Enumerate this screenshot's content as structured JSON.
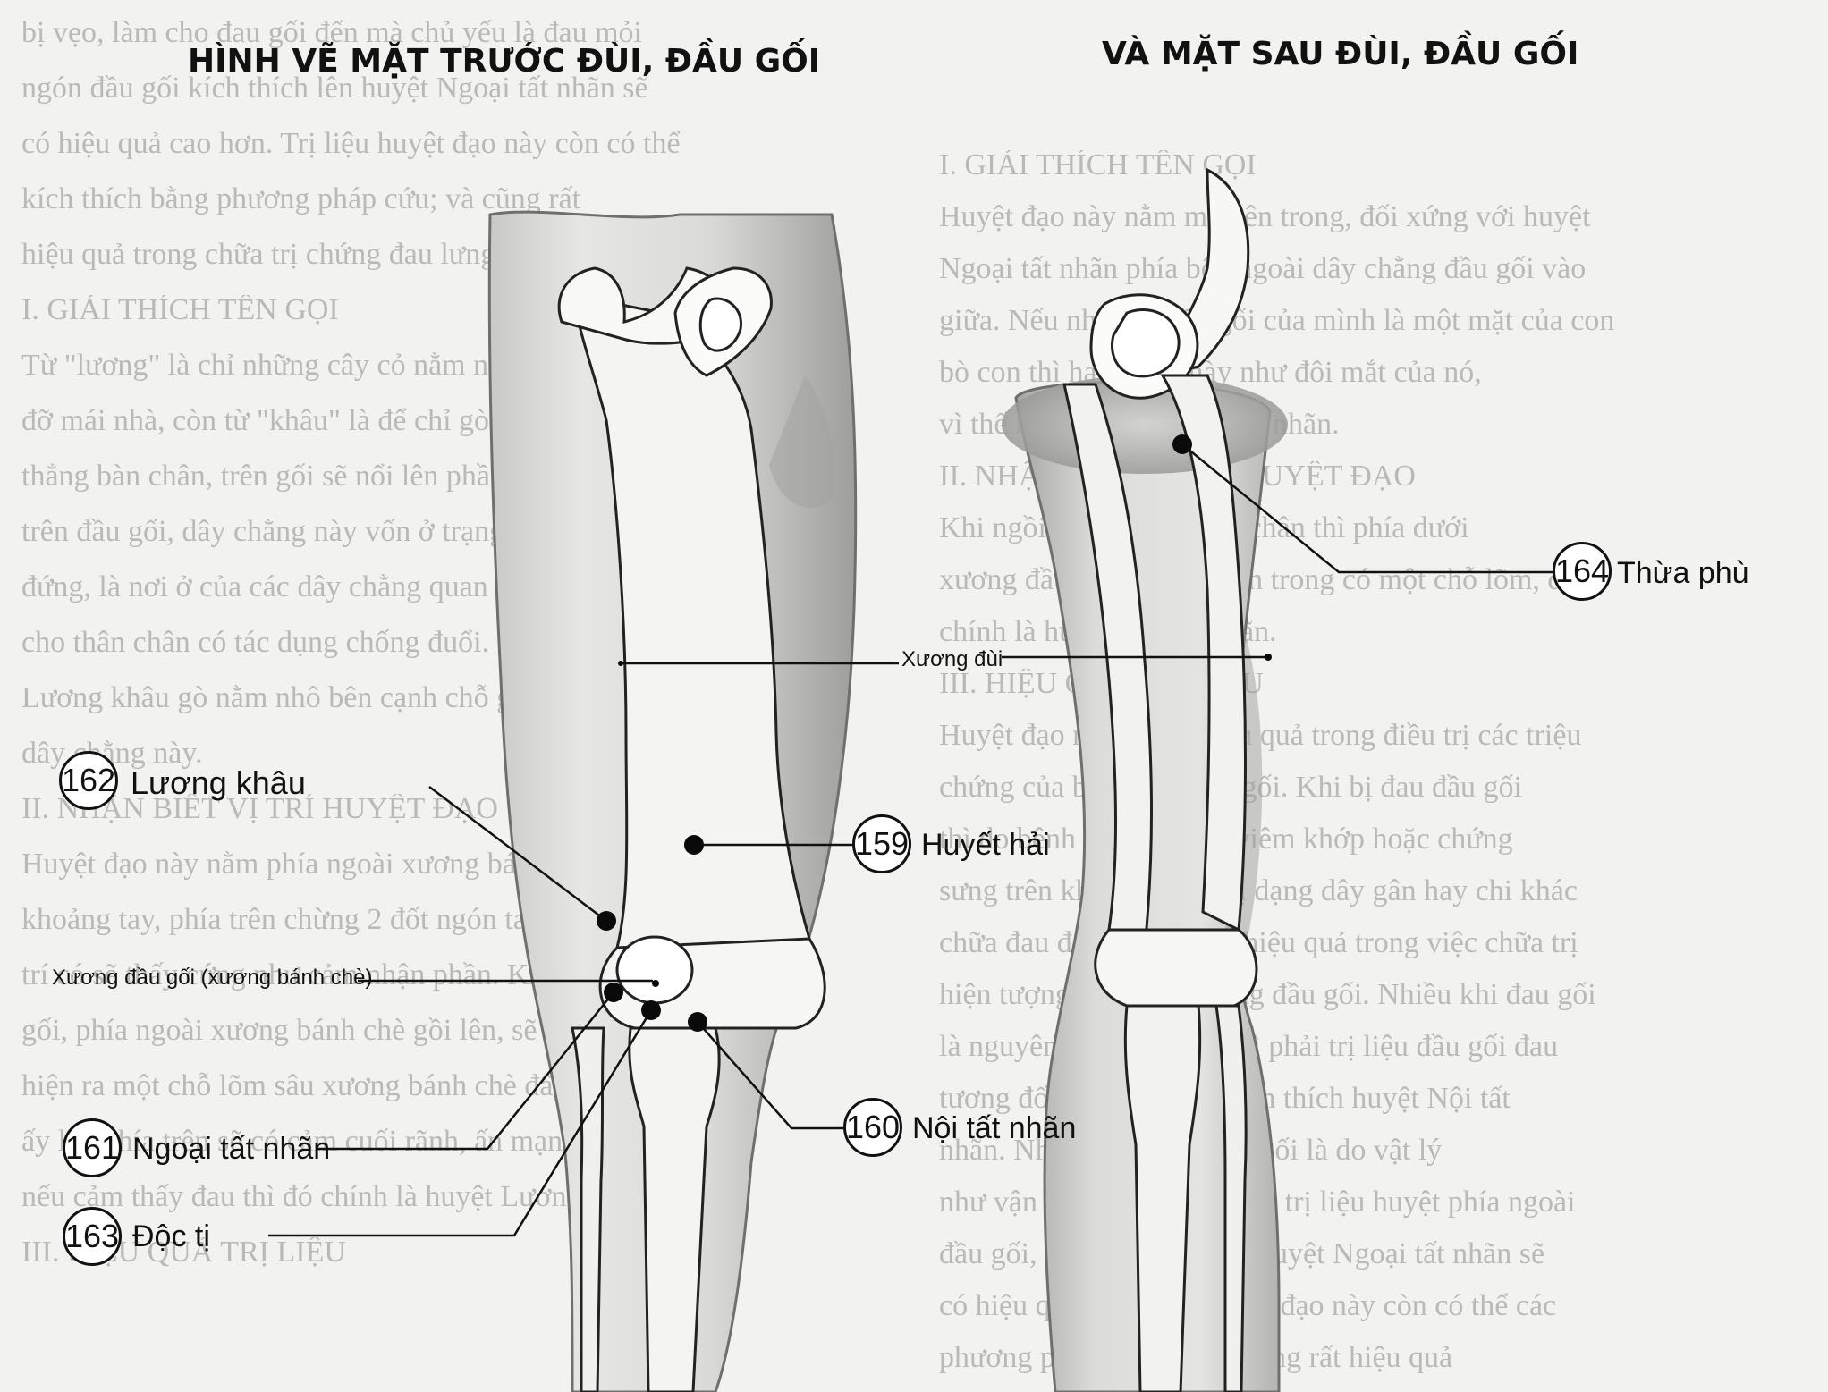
{
  "titles": {
    "left": "HÌNH VẼ MẶT TRƯỚC ĐÙI, ĐẦU GỐI",
    "right": "VÀ MẶT SAU ĐÙI, ĐẦU GỐI"
  },
  "structures": {
    "femur": "Xương đùi",
    "patella": "Xương đầu gối (xương bánh chè)"
  },
  "points": [
    {
      "number": "159",
      "name": "Huyết hải"
    },
    {
      "number": "160",
      "name": "Nội tất nhãn"
    },
    {
      "number": "161",
      "name": "Ngoại tất nhãn"
    },
    {
      "number": "162",
      "name": "Lương khâu"
    },
    {
      "number": "163",
      "name": "Độc tị"
    },
    {
      "number": "164",
      "name": "Thừa phù"
    }
  ],
  "background_text": {
    "left_lines": [
      "bị vẹo, làm cho đau gối đến mà chủ yếu là đau mỏi",
      "ngón đầu gối kích thích lên huyệt Ngoại tất nhãn sẽ",
      "có hiệu quả cao hơn. Trị liệu huyệt đạo này còn có thể",
      "kích thích bằng phương pháp cứu; và cũng rất",
      "hiệu quả trong chữa trị chứng đau lưng.",
      "I. GIẢI THÍCH TÊN GỌI",
      "Từ \"lương\" là chỉ những cây cỏ nằm ngang để chống",
      "đỡ mái nhà, còn từ \"khâu\" là để chỉ gò, núi. Khi duỗi",
      "thẳng bàn chân, trên gối sẽ nổi lên phần",
      "trên đầu gối, dây chằng này vốn ở trạng thái thẳng",
      "đứng, là nơi ở của các dây chằng quan trọng để giữ",
      "cho thân chân có tác dụng chống đuổi. Huyệt",
      "Lương khâu gò nằm nhô bên cạnh chỗ gò lên của",
      "dây chằng này.",
      "II. NHẬN BIẾT VỊ TRÍ HUYỆT ĐẠO",
      "Huyệt đạo này nằm phía ngoài xương bánh chè một đoạn",
      "khoảng tay, phía trên chừng 2 đốt ngón tay ấn lên vị",
      "trí có sẽ thấy cứng như cảm nhận phần. Khi duỗi thẳng chân",
      "gối, phía ngoài xương bánh chè gồi lên, sẽ xuất",
      "hiện ra một chỗ lõm sâu xương bánh chè đây thẳng",
      "ấy lên phía trên sẽ có cảm cuối rãnh, ấn mạnh lên vị ấy,",
      "nếu cảm thấy đau thì đó chính là huyệt Lương khâu.",
      "III. HIỆU QUẢ TRỊ LIỆU"
    ],
    "right_lines": [
      "I. GIẢI THÍCH TÊN GỌI",
      "Huyệt đạo này nằm mé bên trong, đối xứng với huyệt",
      "Ngoại tất nhãn phía bên ngoài dây chằng đầu gối vào",
      "giữa. Nếu như coi đầu gối của mình là một mặt của con",
      "bò con thì hai huyệt này như đôi mắt của nó,",
      "vì thế mới có tên là Nội tất nhãn.",
      "II. NHẬN BIẾT VỊ TRÍ HUYỆT ĐẠO",
      "Khi ngồi trên ghế có bàn chân thì phía dưới",
      "xương đầu gối về phía bên trong có một chỗ lõm, đó",
      "chính là huyệt Nội tất nhãn.",
      "III. HIỆU QUẢ TRỊ LIỆU",
      "Huyệt đạo này rất có hiệu quả trong điều trị các triệu",
      "chứng của bệnh đau đầu gối. Khi bị đau đầu gối",
      "thì do bệnh phong thấp, viêm khớp hoặc chứng",
      "sưng trên khớp xương, dị dạng dây gân hay chi khác",
      "chữa đau đớn mà còn có hiệu quả trong việc chữa trị",
      "hiện tượng tích nước trong đầu gối. Nhiều khi đau gối",
      "là nguyên nhân lão hóa thì phải trị liệu đầu gối đau",
      "tương đối nhiều, do đó kích thích huyệt Nội tất",
      "nhãn. Nhưng nếu đau đầu gối là do vật lý",
      "như vận chuyển thân thể thì trị liệu huyệt phía ngoài",
      "đầu gối, khi đó kích thích huyệt Ngoại tất nhãn sẽ",
      "có hiệu quả cao hơn. Huyệt đạo này còn có thể các",
      "phương pháp đối cứu và cũng rất hiệu quả"
    ]
  }
}
